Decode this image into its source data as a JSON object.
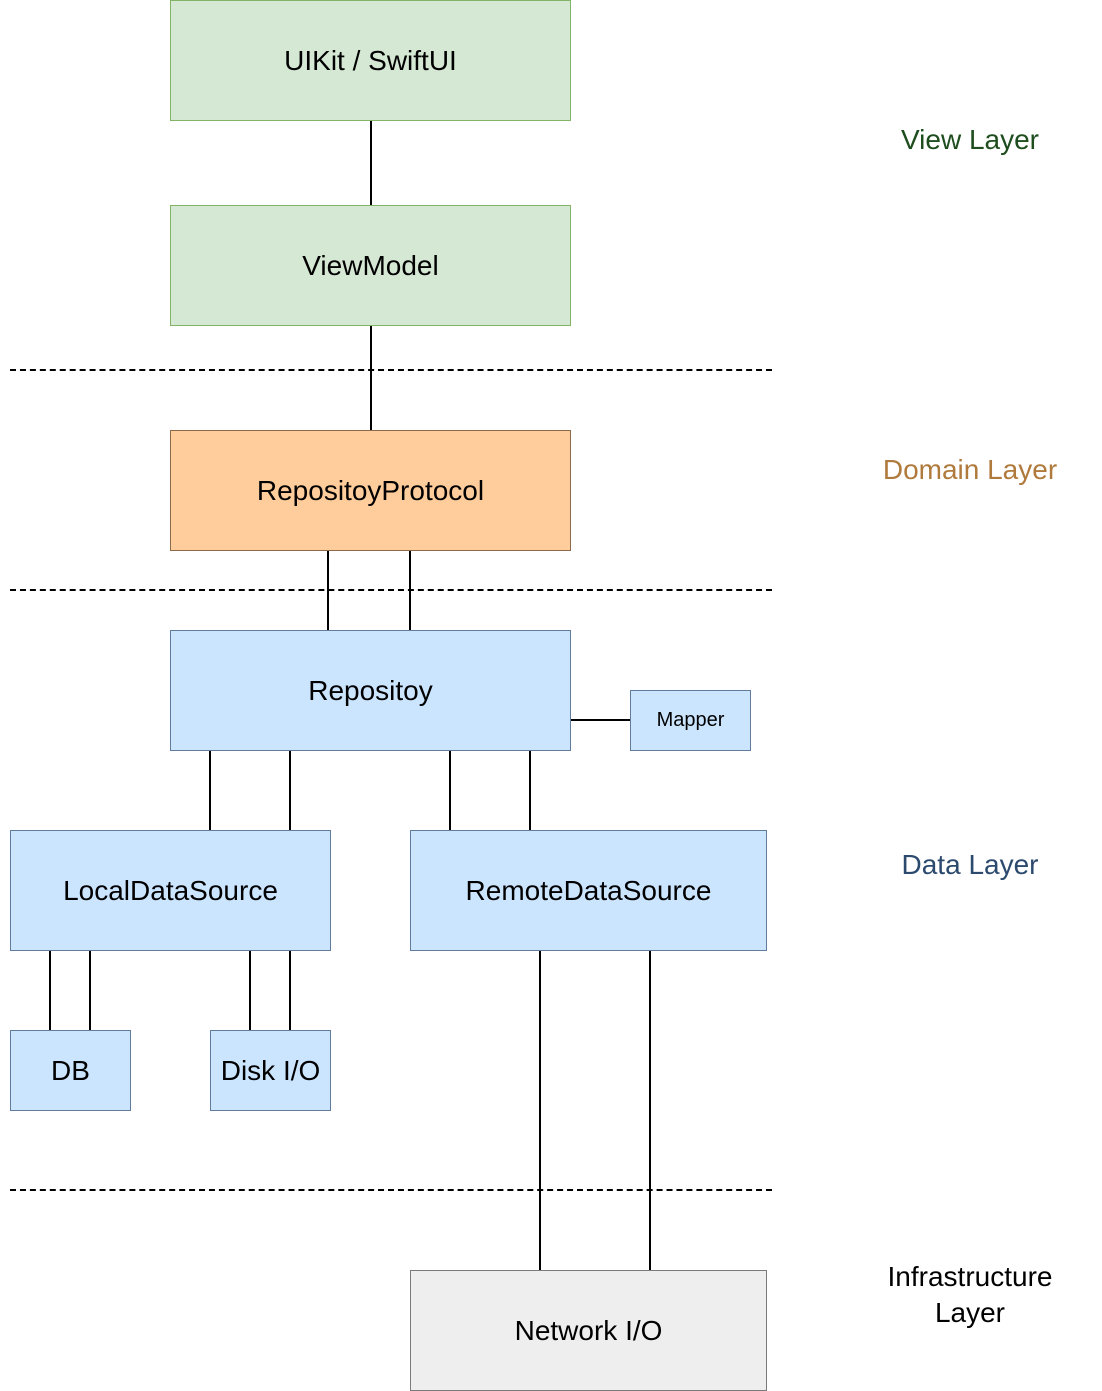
{
  "colors": {
    "view_fill": "#d5e8d4",
    "view_border": "#82b366",
    "domain_fill": "#ffcd9b",
    "domain_border": "#8a6a4a",
    "data_fill": "#cce5ff",
    "data_border": "#5f7d9b",
    "infra_fill": "#eeeeee",
    "infra_border": "#7a7a7a",
    "view_label": "#1e4d1e",
    "domain_label": "#b07a3c",
    "data_label": "#2c4a6e",
    "infra_label": "#000000"
  },
  "nodes": {
    "uikit": "UIKit / SwiftUI",
    "viewmodel": "ViewModel",
    "repo_protocol": "RepositoyProtocol",
    "repository": "Repositoy",
    "mapper": "Mapper",
    "local_ds": "LocalDataSource",
    "remote_ds": "RemoteDataSource",
    "db": "DB",
    "disk_io": "Disk I/O",
    "network_io": "Network I/O"
  },
  "layers": {
    "view": "View Layer",
    "domain": "Domain Layer",
    "data": "Data Layer",
    "infra": "Infrastructure\nLayer"
  },
  "edges": [
    {
      "from": "UIKit / SwiftUI",
      "to": "ViewModel"
    },
    {
      "from": "ViewModel",
      "to": "RepositoyProtocol"
    },
    {
      "from": "RepositoyProtocol",
      "to": "Repositoy"
    },
    {
      "from": "RepositoyProtocol",
      "to": "Repositoy"
    },
    {
      "from": "Repositoy",
      "to": "Mapper"
    },
    {
      "from": "Repositoy",
      "to": "LocalDataSource"
    },
    {
      "from": "Repositoy",
      "to": "LocalDataSource"
    },
    {
      "from": "Repositoy",
      "to": "RemoteDataSource"
    },
    {
      "from": "Repositoy",
      "to": "RemoteDataSource"
    },
    {
      "from": "LocalDataSource",
      "to": "DB"
    },
    {
      "from": "LocalDataSource",
      "to": "DB"
    },
    {
      "from": "LocalDataSource",
      "to": "Disk I/O"
    },
    {
      "from": "LocalDataSource",
      "to": "Disk I/O"
    },
    {
      "from": "RemoteDataSource",
      "to": "Network I/O"
    },
    {
      "from": "RemoteDataSource",
      "to": "Network I/O"
    }
  ]
}
